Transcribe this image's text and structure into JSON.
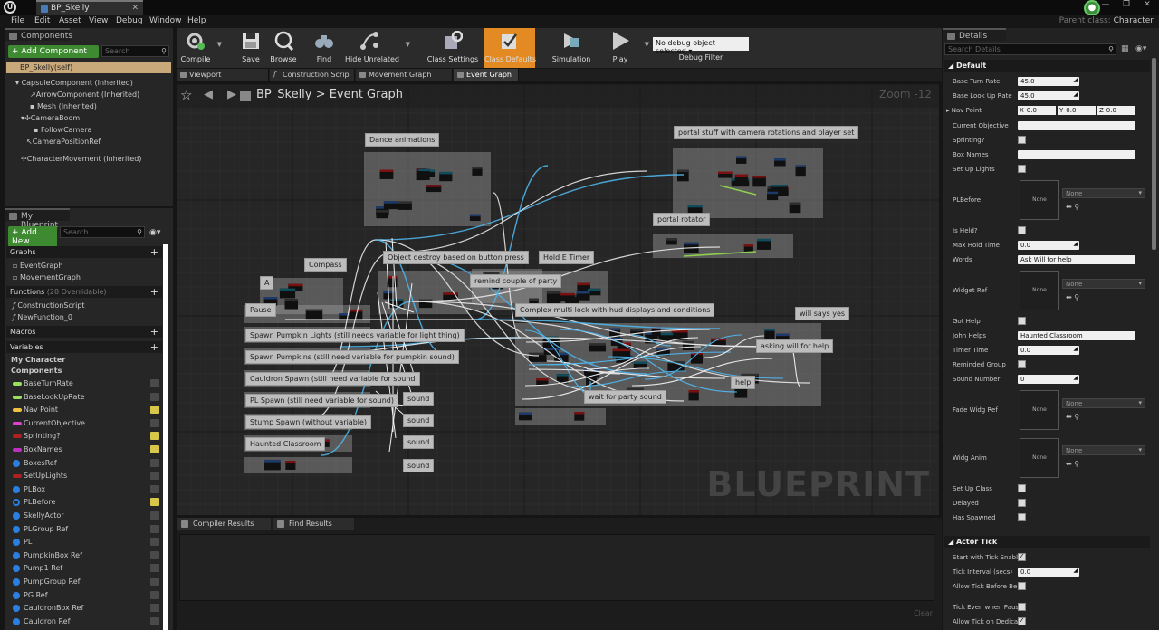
{
  "window": {
    "title": "BP_Skelly",
    "parent_class_label": "Parent class:",
    "parent_class": "Character",
    "controls": [
      "—",
      "❐",
      "✕"
    ]
  },
  "menu": [
    "File",
    "Edit",
    "Asset",
    "View",
    "Debug",
    "Window",
    "Help"
  ],
  "components": {
    "title": "Components",
    "add_label": "+ Add Component",
    "search_placeholder": "Search",
    "self": "BP_Skelly(self)",
    "tree": [
      "CapsuleComponent (Inherited)",
      "ArrowComponent (Inherited)",
      "Mesh (Inherited)",
      "CameraBoom",
      "FollowCamera",
      "CameraPositionRef",
      "CharacterMovement (Inherited)"
    ]
  },
  "myblueprint": {
    "title": "My Blueprint",
    "add_label": "+ Add New",
    "search_placeholder": "Search",
    "graphs_label": "Graphs",
    "graphs": [
      "EventGraph",
      "MovementGraph"
    ],
    "functions_label": "Functions",
    "functions_note": "(28 Overridable)",
    "functions": [
      "ConstructionScript",
      "NewFunction_0"
    ],
    "macros_label": "Macros",
    "variables_label": "Variables",
    "mycharacter_label": "My Character",
    "components_label": "Components",
    "variables": [
      {
        "name": "BaseTurnRate",
        "color": "#9be060",
        "kind": "pill",
        "eye": false
      },
      {
        "name": "BaseLookUpRate",
        "color": "#9be060",
        "kind": "pill",
        "eye": false
      },
      {
        "name": "Nav Point",
        "color": "#f0c040",
        "kind": "pill",
        "eye": true
      },
      {
        "name": "CurrentObjective",
        "color": "#e040d0",
        "kind": "pill",
        "eye": false
      },
      {
        "name": "Sprinting?",
        "color": "#b02020",
        "kind": "pill",
        "eye": true
      },
      {
        "name": "BoxNames",
        "color": "#c030c0",
        "kind": "pill",
        "eye": true
      },
      {
        "name": "BoxesRef",
        "color": "#2a80e0",
        "kind": "dot",
        "eye": false
      },
      {
        "name": "SetUpLights",
        "color": "#b02020",
        "kind": "pill",
        "eye": false
      },
      {
        "name": "PLBox",
        "color": "#2a80e0",
        "kind": "dot",
        "eye": false
      },
      {
        "name": "PLBefore",
        "color": "#2a80e0",
        "kind": "ring",
        "eye": true
      },
      {
        "name": "SkellyActor",
        "color": "#2a80e0",
        "kind": "dot",
        "eye": false
      },
      {
        "name": "PLGroup Ref",
        "color": "#2a80e0",
        "kind": "dot",
        "eye": false
      },
      {
        "name": "PL",
        "color": "#2a80e0",
        "kind": "dot",
        "eye": false
      },
      {
        "name": "PumpkinBox Ref",
        "color": "#2a80e0",
        "kind": "dot",
        "eye": false
      },
      {
        "name": "Pump1 Ref",
        "color": "#2a80e0",
        "kind": "dot",
        "eye": false
      },
      {
        "name": "PumpGroup Ref",
        "color": "#2a80e0",
        "kind": "dot",
        "eye": false
      },
      {
        "name": "PG Ref",
        "color": "#2a80e0",
        "kind": "dot",
        "eye": false
      },
      {
        "name": "CauldronBox Ref",
        "color": "#2a80e0",
        "kind": "dot",
        "eye": false
      },
      {
        "name": "Cauldron Ref",
        "color": "#2a80e0",
        "kind": "dot",
        "eye": false
      }
    ]
  },
  "toolbar": {
    "buttons": [
      "Compile",
      "Save",
      "Browse",
      "Find",
      "Hide Unrelated",
      "Class Settings",
      "Class Defaults",
      "Simulation",
      "Play"
    ],
    "active": "Class Defaults",
    "debug_select": "No debug object selected",
    "debug_label": "Debug Filter"
  },
  "tabs": [
    "Viewport",
    "Construction Scrip",
    "Movement Graph",
    "Event Graph"
  ],
  "active_tab": "Event Graph",
  "graph": {
    "breadcrumb_root": "BP_Skelly",
    "breadcrumb_sep": ">",
    "breadcrumb_current": "Event Graph",
    "zoom": "Zoom -12",
    "watermark": "BLUEPRINT",
    "comments": [
      "Dance animations",
      "portal stuff with camera rotations and player set",
      "portal rotator",
      "Compass",
      "A",
      "Object destroy based on button press",
      "Hold E Timer",
      "remind couple of party",
      "Pause",
      "Complex multi lock with hud displays and conditions",
      "will says yes",
      "Spawn Pumpkin Lights (still needs variable for light thing)",
      "Spawn Pumpkins (still need variable for pumpkin sound)",
      "Cauldron Spawn (still need variable for sound",
      "PL Spawn (still need variable for sound)",
      "Stump Spawn (without variable)",
      "Haunted Classroom",
      "sound",
      "sound",
      "sound",
      "sound",
      "asking will for help",
      "help",
      "wait for party sound"
    ]
  },
  "bottom": {
    "tabs": [
      "Compiler Results",
      "Find Results"
    ],
    "clear": "Clear"
  },
  "details": {
    "title": "Details",
    "search_placeholder": "Search Details",
    "default_label": "Default",
    "actor_tick_label": "Actor Tick",
    "base_turn_rate": "Base Turn Rate",
    "base_turn_rate_v": "45.0",
    "base_lookup_rate": "Base Look Up Rate",
    "base_lookup_rate_v": "45.0",
    "nav_point": "Nav Point",
    "nav_x": "0.0",
    "nav_y": "0.0",
    "nav_z": "0.0",
    "current_objective": "Current Objective",
    "sprinting": "Sprinting?",
    "box_names": "Box Names",
    "set_up_lights": "Set Up Lights",
    "pl_before": "PLBefore",
    "none": "None",
    "is_held": "Is Held?",
    "max_hold_time": "Max Hold Time",
    "max_hold_time_v": "0.0",
    "words": "Words",
    "words_v": "Ask Will for help",
    "widget_ref": "Widget Ref",
    "got_help": "Got Help",
    "john_helps": "John Helps",
    "john_helps_v": "Haunted Classroom",
    "timer_time": "Timer Time",
    "timer_time_v": "0.0",
    "reminded_group": "Reminded Group",
    "sound_number": "Sound Number",
    "sound_number_v": "0",
    "fade_widg_ref": "Fade Widg Ref",
    "widg_anim": "Widg Anim",
    "set_up_class": "Set Up Class",
    "delayed": "Delayed",
    "has_spawned": "Has Spawned",
    "start_tick": "Start with Tick Enabl",
    "tick_interval": "Tick Interval (secs)",
    "tick_interval_v": "0.0",
    "allow_tick_before": "Allow Tick Before Be",
    "tick_even_paused": "Tick Even when Paus",
    "allow_tick_dedicated": "Allow Tick on Dedica"
  }
}
